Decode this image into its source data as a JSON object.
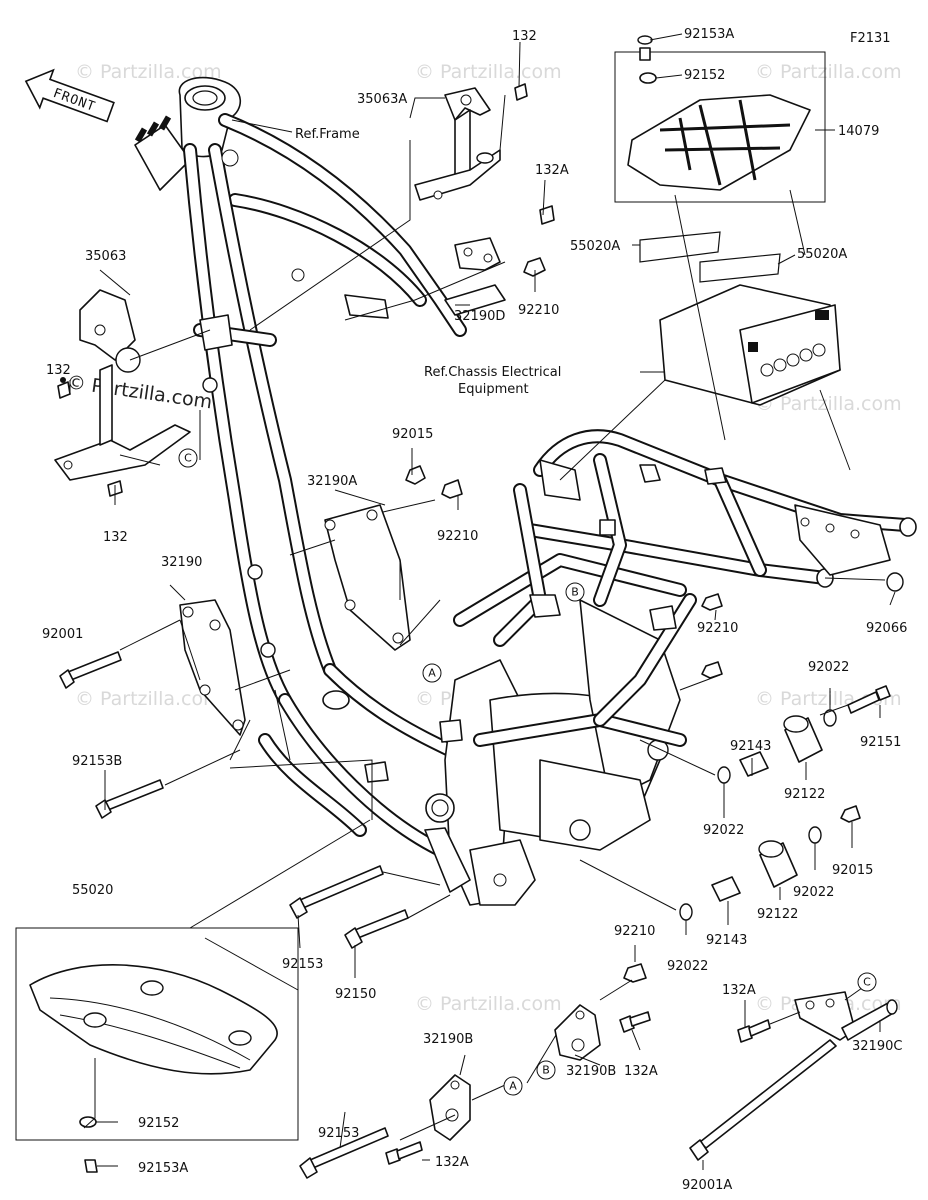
{
  "diagram": {
    "figure_code": "F2131",
    "front_label": "FRONT",
    "watermark": "© Partzilla.com",
    "watermark_dark": "© Partzilla.com",
    "ref_frame": "Ref.Frame",
    "ref_chassis_line1": "Ref.Chassis Electrical",
    "ref_chassis_line2": "Equipment",
    "callouts": {
      "A": "A",
      "B": "B",
      "C": "C"
    },
    "labels": {
      "p132_top": "132",
      "p35063A": "35063A",
      "p92153A_top": "92153A",
      "p92152_top": "92152",
      "p14079": "14079",
      "p132A_top": "132A",
      "p35063": "35063",
      "p55020A_left": "55020A",
      "p55020A_right": "55020A",
      "p92210_a": "92210",
      "p32190D": "32190D",
      "p132_left": "132",
      "p132_bottom": "132",
      "p92015_top": "92015",
      "p32190A": "32190A",
      "p92210_b": "92210",
      "p32190": "32190",
      "p92001": "92001",
      "p92066": "92066",
      "p92210_c": "92210",
      "p92022_a": "92022",
      "p92143_a": "92143",
      "p92151": "92151",
      "p92153B": "92153B",
      "p92122_a": "92122",
      "p92022_b": "92022",
      "p92015_b": "92015",
      "p92022_c": "92022",
      "p92122_b": "92122",
      "p55020": "55020",
      "p92153_a": "92153",
      "p92143_b": "92143",
      "p92022_d": "92022",
      "p92150": "92150",
      "p92210_d": "92210",
      "p132A_mid": "132A",
      "p32190B_a": "32190B",
      "p132A_right": "132A",
      "p32190B_b": "32190B",
      "p32190C": "32190C",
      "p92152_bottom": "92152",
      "p92153_b": "92153",
      "p132A_bottom": "132A",
      "p92153A_bottom": "92153A",
      "p92001A": "92001A"
    }
  }
}
